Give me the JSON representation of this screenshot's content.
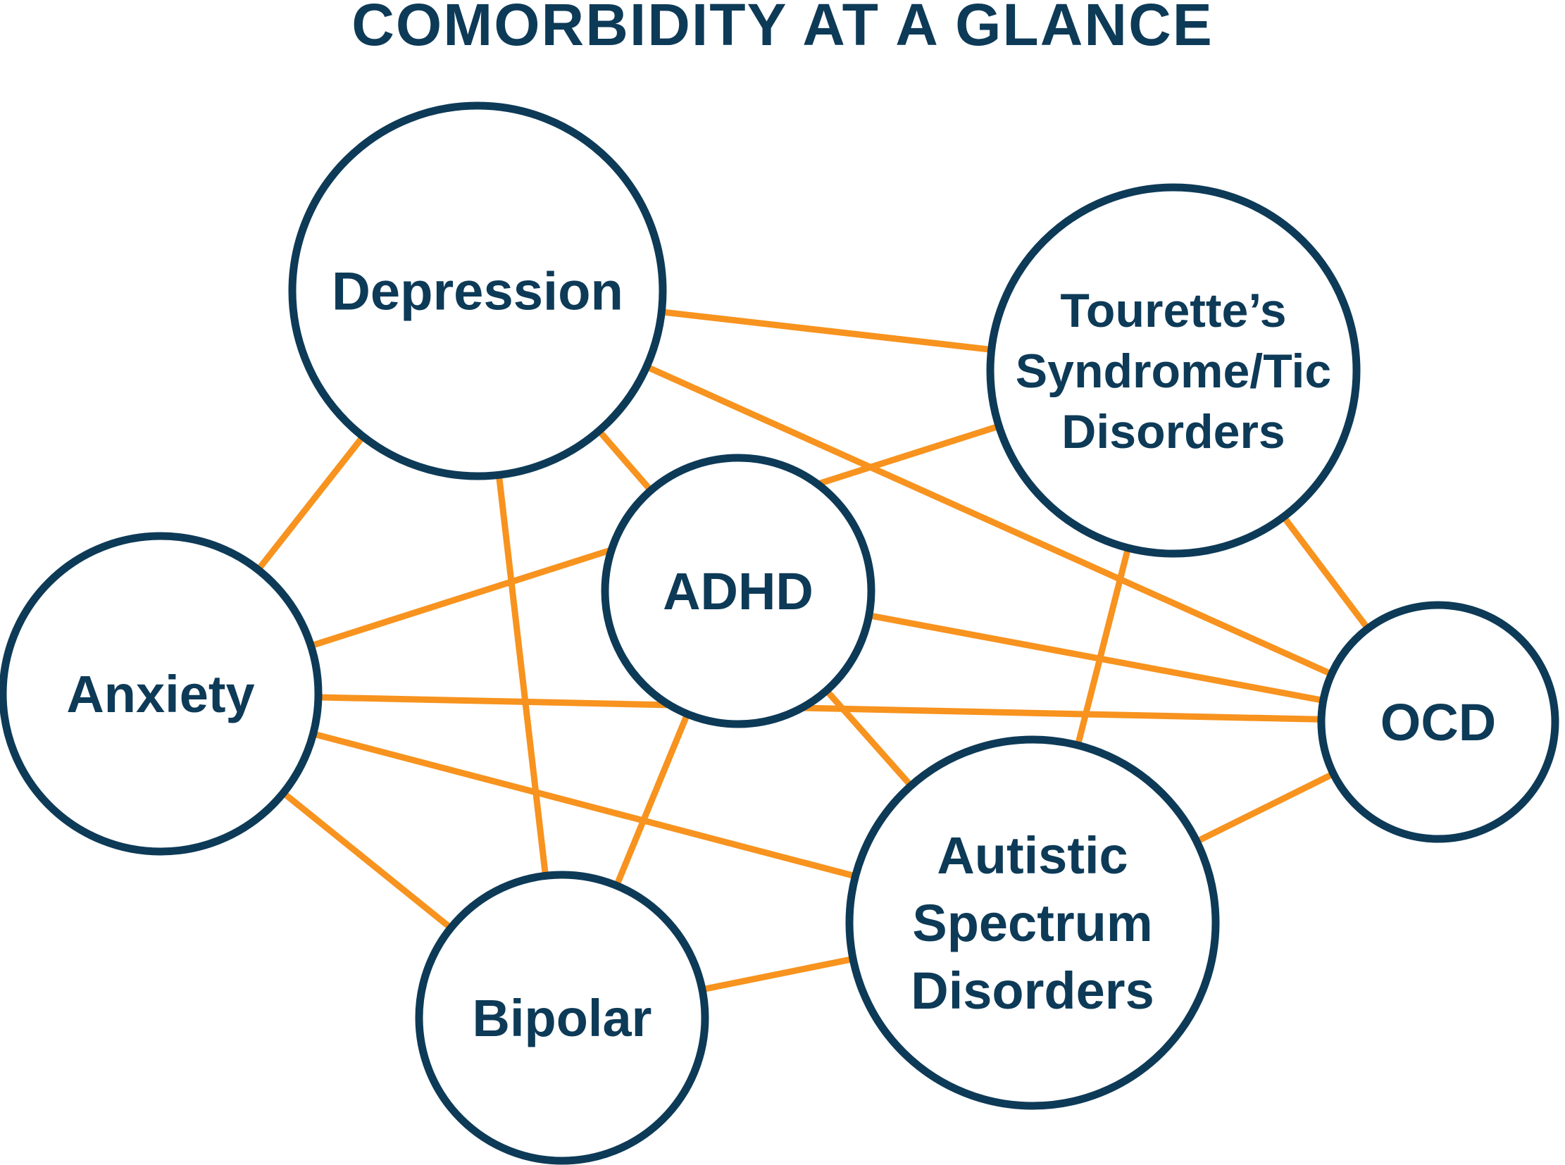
{
  "title": "COMORBIDITY AT A GLANCE",
  "colors": {
    "title": "#0d3a57",
    "node_outline": "#0d3a57",
    "node_text": "#0d3a57",
    "edge": "#f7931e",
    "background": "#ffffff"
  },
  "nodes": [
    {
      "id": "depression",
      "lines": [
        "Depression"
      ]
    },
    {
      "id": "tourettes",
      "lines": [
        "Tourette’s",
        "Syndrome/Tic",
        "Disorders"
      ]
    },
    {
      "id": "adhd",
      "lines": [
        "ADHD"
      ]
    },
    {
      "id": "anxiety",
      "lines": [
        "Anxiety"
      ]
    },
    {
      "id": "ocd",
      "lines": [
        "OCD"
      ]
    },
    {
      "id": "autistic",
      "lines": [
        "Autistic",
        "Spectrum",
        "Disorders"
      ]
    },
    {
      "id": "bipolar",
      "lines": [
        "Bipolar"
      ]
    }
  ],
  "edges": [
    [
      "depression",
      "tourettes"
    ],
    [
      "depression",
      "ocd"
    ],
    [
      "depression",
      "anxiety"
    ],
    [
      "depression",
      "adhd"
    ],
    [
      "depression",
      "bipolar"
    ],
    [
      "anxiety",
      "tourettes"
    ],
    [
      "anxiety",
      "ocd"
    ],
    [
      "anxiety",
      "autistic"
    ],
    [
      "anxiety",
      "bipolar"
    ],
    [
      "tourettes",
      "ocd"
    ],
    [
      "tourettes",
      "autistic"
    ],
    [
      "adhd",
      "ocd"
    ],
    [
      "adhd",
      "autistic"
    ],
    [
      "adhd",
      "bipolar"
    ],
    [
      "autistic",
      "ocd"
    ],
    [
      "autistic",
      "bipolar"
    ]
  ]
}
